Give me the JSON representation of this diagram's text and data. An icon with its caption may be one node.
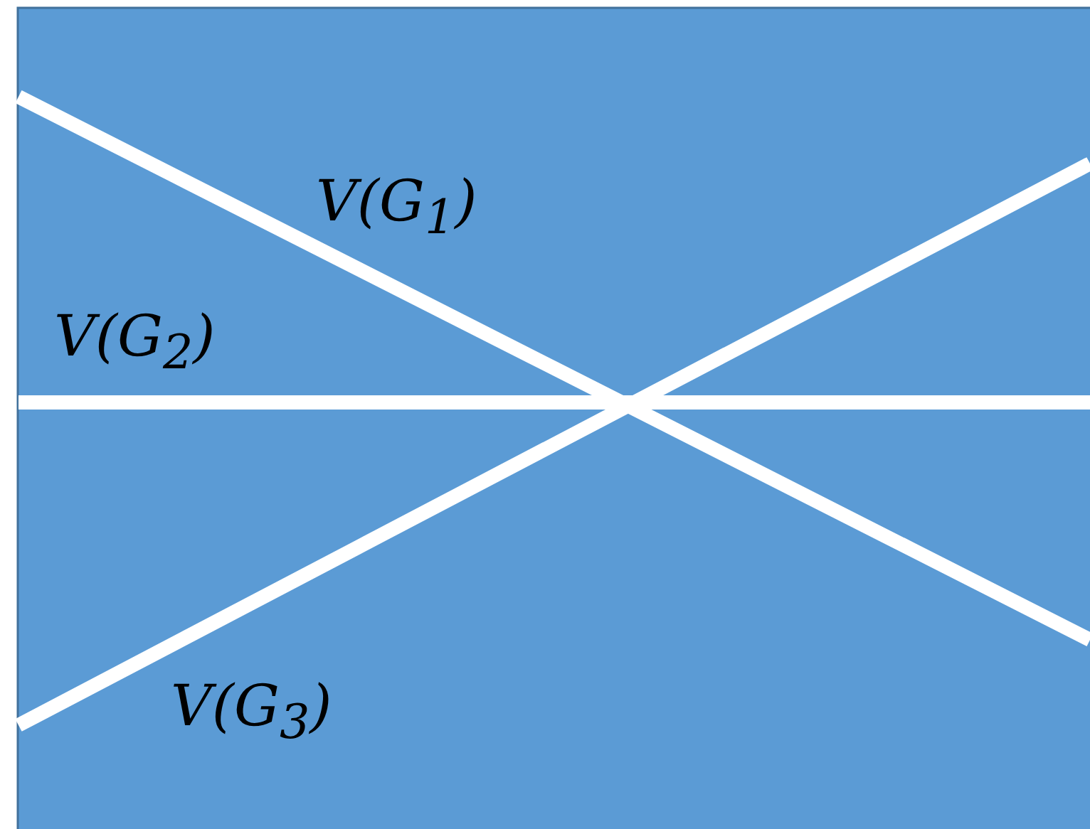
{
  "diagram": {
    "labels": [
      "V(G$_{1}$)",
      "V(G$_{2}$)",
      "V(G$_{3}$)"
    ]
  }
}
